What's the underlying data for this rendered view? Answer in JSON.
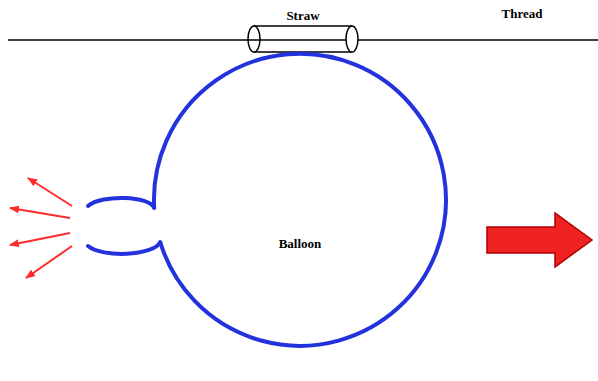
{
  "diagram": {
    "nodes": [
      {
        "text": [
          "Straw"
        ]
      },
      {
        "text": [
          "Balloon"
        ]
      }
    ],
    "labels": [
      "Thread"
    ]
  }
}
